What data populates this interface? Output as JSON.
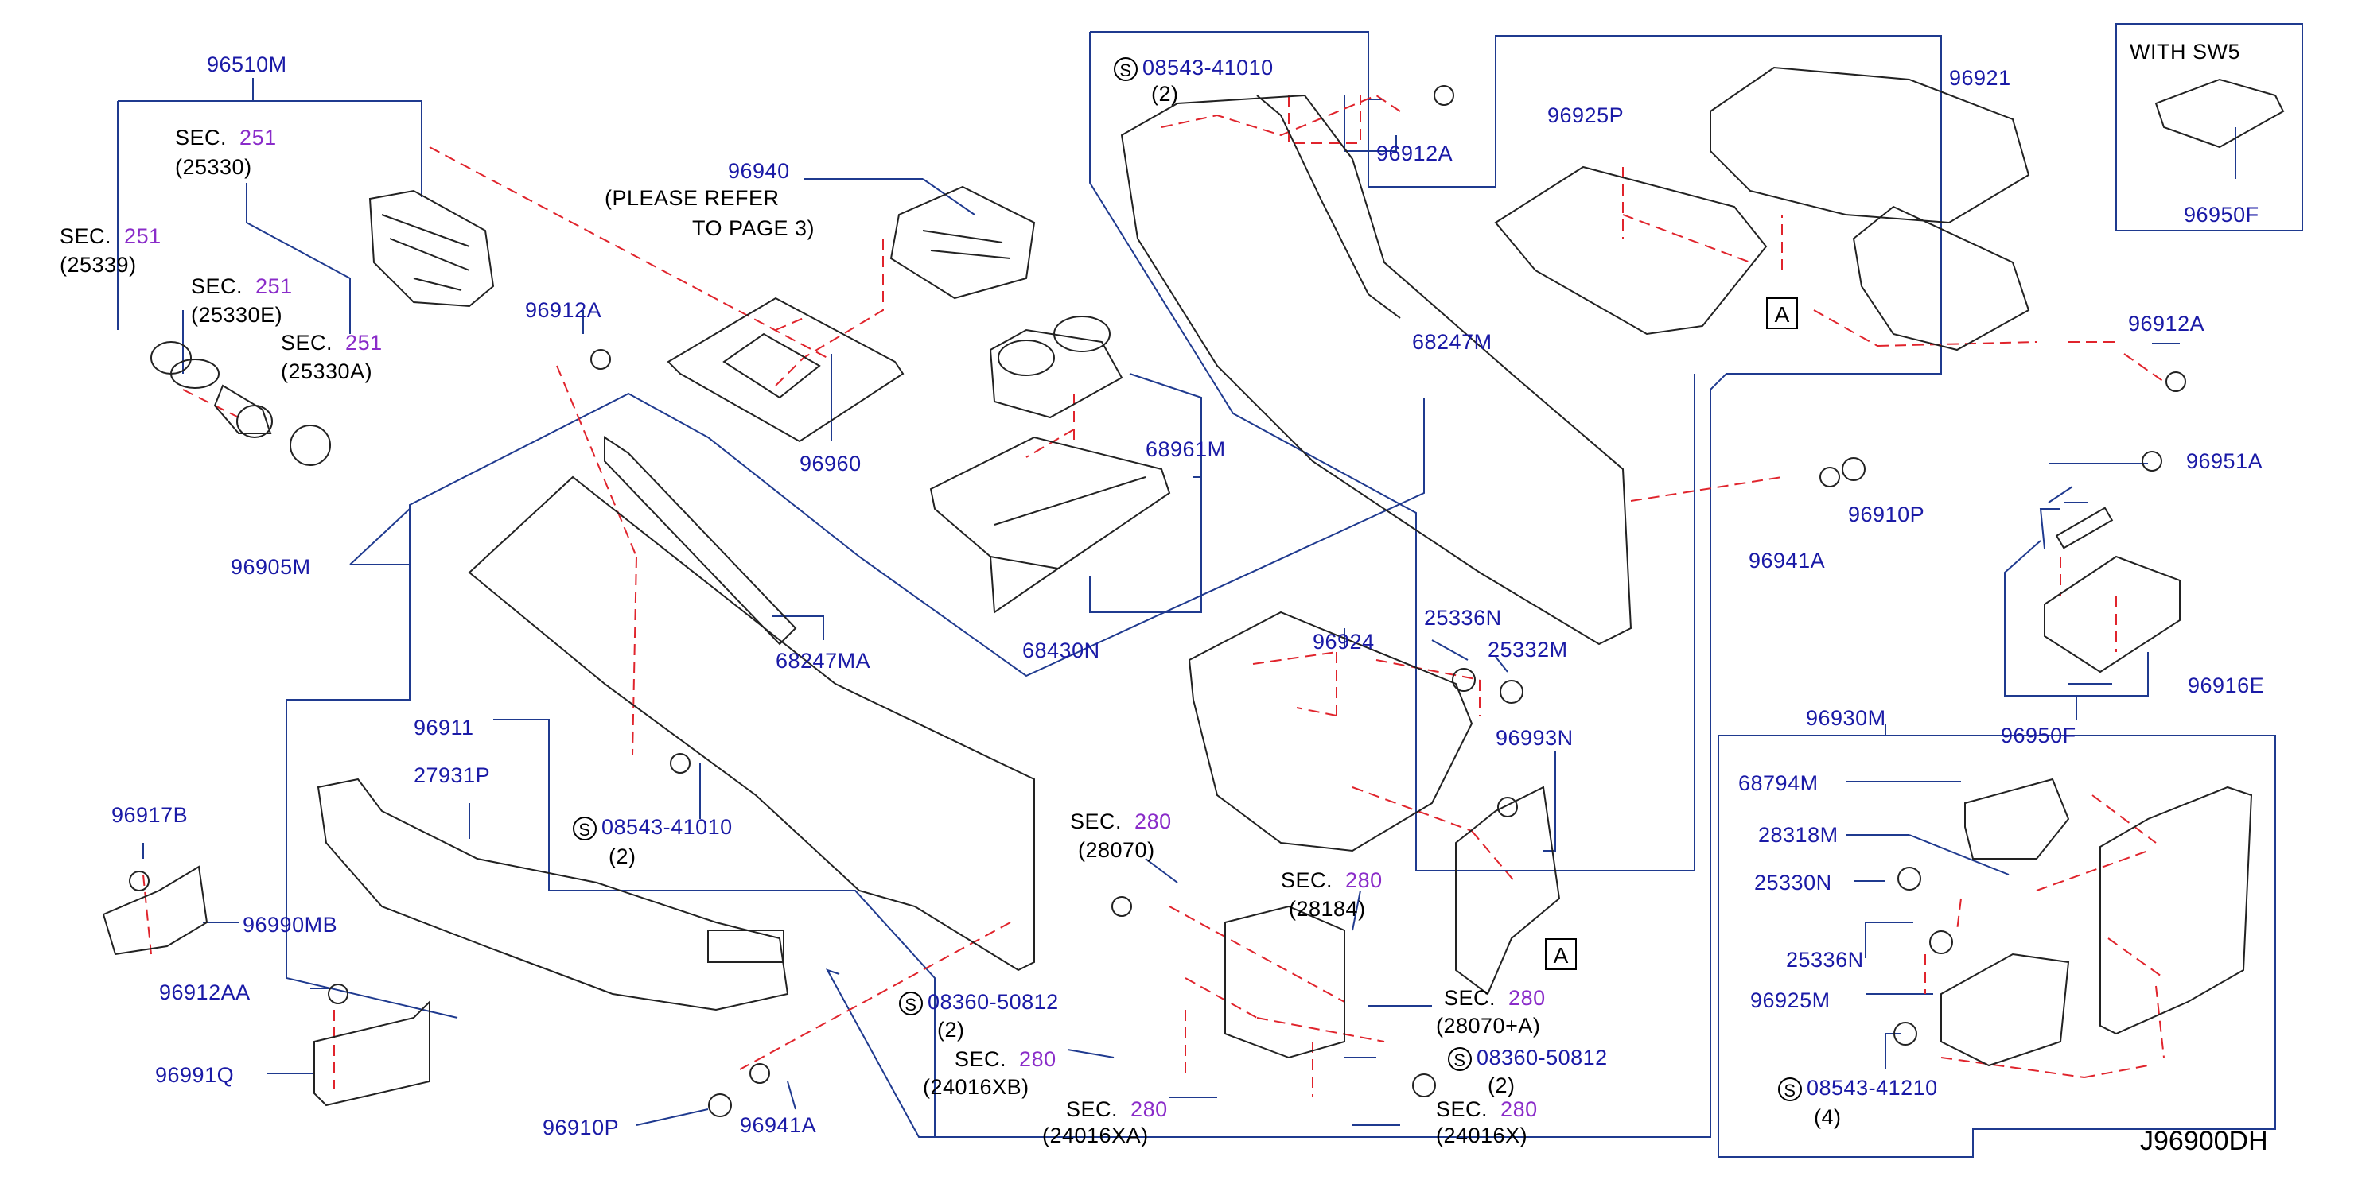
{
  "diagram_id": "J96900DH",
  "boxes": {
    "with_sw5": "WITH   SW5",
    "ref_a": "A"
  },
  "parts": {
    "p96510M": "96510M",
    "sec251_a": {
      "prefix": "SEC.",
      "num": "251",
      "sub": "(25330)"
    },
    "sec251_b": {
      "prefix": "SEC.",
      "num": "251",
      "sub": "(25339)"
    },
    "sec251_c": {
      "prefix": "SEC.",
      "num": "251",
      "sub": "(25330E)"
    },
    "sec251_d": {
      "prefix": "SEC.",
      "num": "251",
      "sub": "(25330A)"
    },
    "p96940": "96940",
    "please_refer_1": "(PLEASE   REFER",
    "please_refer_2": "TO   PAGE   3)",
    "p96912A_top": "96912A",
    "p96912A_left": "96912A",
    "p96912A_right": "96912A",
    "p96960": "96960",
    "p68961M": "68961M",
    "p68430N": "68430N",
    "p96905M": "96905M",
    "p68247MA": "68247MA",
    "p68247M": "68247M",
    "p96925P": "96925P",
    "p96921": "96921",
    "p96950F_top": "96950F",
    "p96950F_bot": "96950F",
    "p96951A": "96951A",
    "p96910P_r": "96910P",
    "p96941A_r": "96941A",
    "p96916E": "96916E",
    "p96924": "96924",
    "p25336N": "25336N",
    "p25332M": "25332M",
    "p96993N": "96993N",
    "p96911": "96911",
    "p27931P": "27931P",
    "p96917B": "96917B",
    "p96990MB": "96990MB",
    "p96912AA": "96912AA",
    "p96991Q": "96991Q",
    "p96910P_l": "96910P",
    "p96941A_l": "96941A",
    "s_08543_41010_a": {
      "code": "08543-41010",
      "qty": "(2)"
    },
    "s_08543_41010_b": {
      "code": "08543-41010",
      "qty": "(2)"
    },
    "s_08360_50812_a": {
      "code": "08360-50812",
      "qty": "(2)"
    },
    "s_08360_50812_b": {
      "code": "08360-50812",
      "qty": "(2)"
    },
    "s_08543_41210": {
      "code": "08543-41210",
      "qty": "(4)"
    },
    "sec280_a": {
      "prefix": "SEC.",
      "num": "280",
      "sub": "(28070)"
    },
    "sec280_b": {
      "prefix": "SEC.",
      "num": "280",
      "sub": "(28184)"
    },
    "sec280_c": {
      "prefix": "SEC.",
      "num": "280",
      "sub": "(28070+A)"
    },
    "sec280_d": {
      "prefix": "SEC.",
      "num": "280",
      "sub": "(24016XB)"
    },
    "sec280_e": {
      "prefix": "SEC.",
      "num": "280",
      "sub": "(24016XA)"
    },
    "sec280_f": {
      "prefix": "SEC.",
      "num": "280",
      "sub": "(24016X)"
    },
    "p96930M": "96930M",
    "p68794M": "68794M",
    "p28318M": "28318M",
    "p25330N": "25330N",
    "p25336N_r": "25336N",
    "p96925M": "96925M"
  },
  "colors": {
    "part_number": "#1a1aa6",
    "section_number": "#8a2cc9",
    "leader_line": "#1f3a8f",
    "phantom_line": "#e0242c",
    "part_outline": "#222222"
  }
}
